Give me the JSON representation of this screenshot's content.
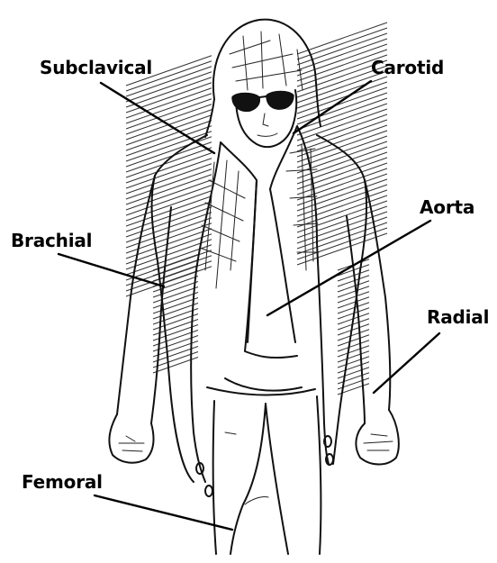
{
  "labels": {
    "subclavical": "Subclavical",
    "carotid": "Carotid",
    "brachial": "Brachial",
    "aorta": "Aorta",
    "radial": "Radial",
    "femoral": "Femoral"
  },
  "colors": {
    "ink": "#000000",
    "background": "#ffffff"
  }
}
